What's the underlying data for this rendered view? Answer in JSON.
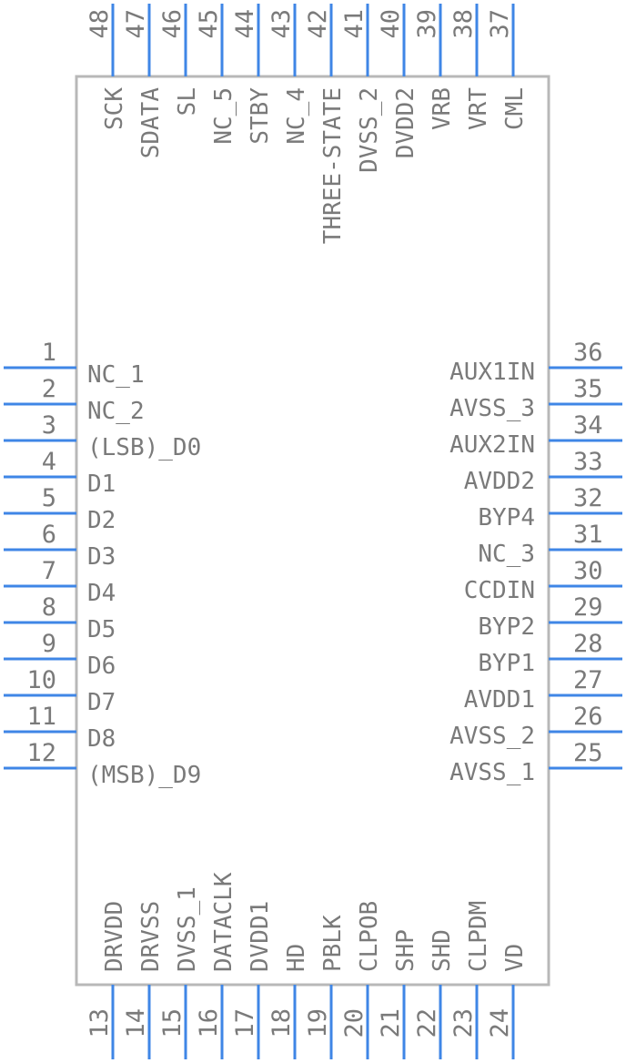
{
  "component": {
    "pins_left": [
      {
        "num": "1",
        "name": "NC_1"
      },
      {
        "num": "2",
        "name": "NC_2"
      },
      {
        "num": "3",
        "name": "(LSB)_D0"
      },
      {
        "num": "4",
        "name": "D1"
      },
      {
        "num": "5",
        "name": "D2"
      },
      {
        "num": "6",
        "name": "D3"
      },
      {
        "num": "7",
        "name": "D4"
      },
      {
        "num": "8",
        "name": "D5"
      },
      {
        "num": "9",
        "name": "D6"
      },
      {
        "num": "10",
        "name": "D7"
      },
      {
        "num": "11",
        "name": "D8"
      },
      {
        "num": "12",
        "name": "(MSB)_D9"
      }
    ],
    "pins_right": [
      {
        "num": "36",
        "name": "AUX1IN"
      },
      {
        "num": "35",
        "name": "AVSS_3"
      },
      {
        "num": "34",
        "name": "AUX2IN"
      },
      {
        "num": "33",
        "name": "AVDD2"
      },
      {
        "num": "32",
        "name": "BYP4"
      },
      {
        "num": "31",
        "name": "NC_3"
      },
      {
        "num": "30",
        "name": "CCDIN"
      },
      {
        "num": "29",
        "name": "BYP2"
      },
      {
        "num": "28",
        "name": "BYP1"
      },
      {
        "num": "27",
        "name": "AVDD1"
      },
      {
        "num": "26",
        "name": "AVSS_2"
      },
      {
        "num": "25",
        "name": "AVSS_1"
      }
    ],
    "pins_bottom": [
      {
        "num": "13",
        "name": "DRVDD"
      },
      {
        "num": "14",
        "name": "DRVSS"
      },
      {
        "num": "15",
        "name": "DVSS_1"
      },
      {
        "num": "16",
        "name": "DATACLK"
      },
      {
        "num": "17",
        "name": "DVDD1"
      },
      {
        "num": "18",
        "name": "HD"
      },
      {
        "num": "19",
        "name": "PBLK"
      },
      {
        "num": "20",
        "name": "CLPOB"
      },
      {
        "num": "21",
        "name": "SHP"
      },
      {
        "num": "22",
        "name": "SHD"
      },
      {
        "num": "23",
        "name": "CLPDM"
      },
      {
        "num": "24",
        "name": "VD"
      }
    ],
    "pins_top": [
      {
        "num": "48",
        "name": "SCK"
      },
      {
        "num": "47",
        "name": "SDATA"
      },
      {
        "num": "46",
        "name": "SL"
      },
      {
        "num": "45",
        "name": "NC_5"
      },
      {
        "num": "44",
        "name": "STBY"
      },
      {
        "num": "43",
        "name": "NC_4"
      },
      {
        "num": "42",
        "name": "THREE-STATE"
      },
      {
        "num": "41",
        "name": "DVSS_2"
      },
      {
        "num": "40",
        "name": "DVDD2"
      },
      {
        "num": "39",
        "name": "VRB"
      },
      {
        "num": "38",
        "name": "VRT"
      },
      {
        "num": "37",
        "name": "CML"
      }
    ],
    "colors": {
      "pin": "#3f86e6",
      "text": "#7a7a7a",
      "outline": "#b8b8b8"
    }
  }
}
